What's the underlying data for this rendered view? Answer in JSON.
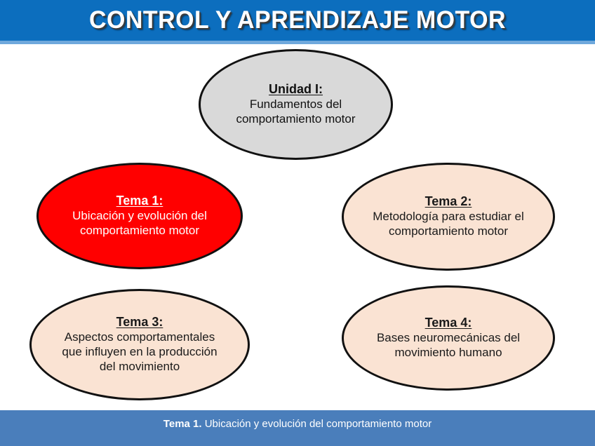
{
  "header": {
    "title": "CONTROL Y APRENDIZAJE MOTOR",
    "bar_color": "#0C6EBE",
    "underline_color": "#6FA8DC",
    "title_color": "#FFFFFF"
  },
  "diagram": {
    "nodes": [
      {
        "id": "unidad-1",
        "shape": "ellipse",
        "fill": "#D9D9D9",
        "stroke": "#111111",
        "text_color": "#111111",
        "title": "Unidad I:",
        "lines": [
          "Fundamentos del",
          "comportamiento motor"
        ]
      },
      {
        "id": "tema-1",
        "shape": "ellipse",
        "fill": "#FF0000",
        "stroke": "#111111",
        "text_color": "#FFFFFF",
        "highlighted": true,
        "title": "Tema 1:",
        "lines": [
          "Ubicación y evolución del",
          "comportamiento motor"
        ]
      },
      {
        "id": "tema-2",
        "shape": "ellipse",
        "fill": "#FAE3D3",
        "stroke": "#111111",
        "text_color": "#1A1A1A",
        "title": "Tema 2:",
        "lines": [
          "Metodología para estudiar el",
          "comportamiento motor"
        ]
      },
      {
        "id": "tema-3",
        "shape": "ellipse",
        "fill": "#FAE3D3",
        "stroke": "#111111",
        "text_color": "#1A1A1A",
        "title": "Tema 3:",
        "lines": [
          "Aspectos comportamentales",
          "que influyen en la producción",
          "del movimiento"
        ]
      },
      {
        "id": "tema-4",
        "shape": "ellipse",
        "fill": "#FAE3D3",
        "stroke": "#111111",
        "text_color": "#1A1A1A",
        "title": "Tema 4:",
        "lines": [
          "Bases neuromecánicas del",
          "movimiento humano"
        ]
      }
    ]
  },
  "footer": {
    "label_strong": "Tema 1.",
    "label_rest": " Ubicación y evolución del comportamiento motor",
    "bar_color": "#4A7EBB",
    "text_color": "#FFFFFF"
  }
}
